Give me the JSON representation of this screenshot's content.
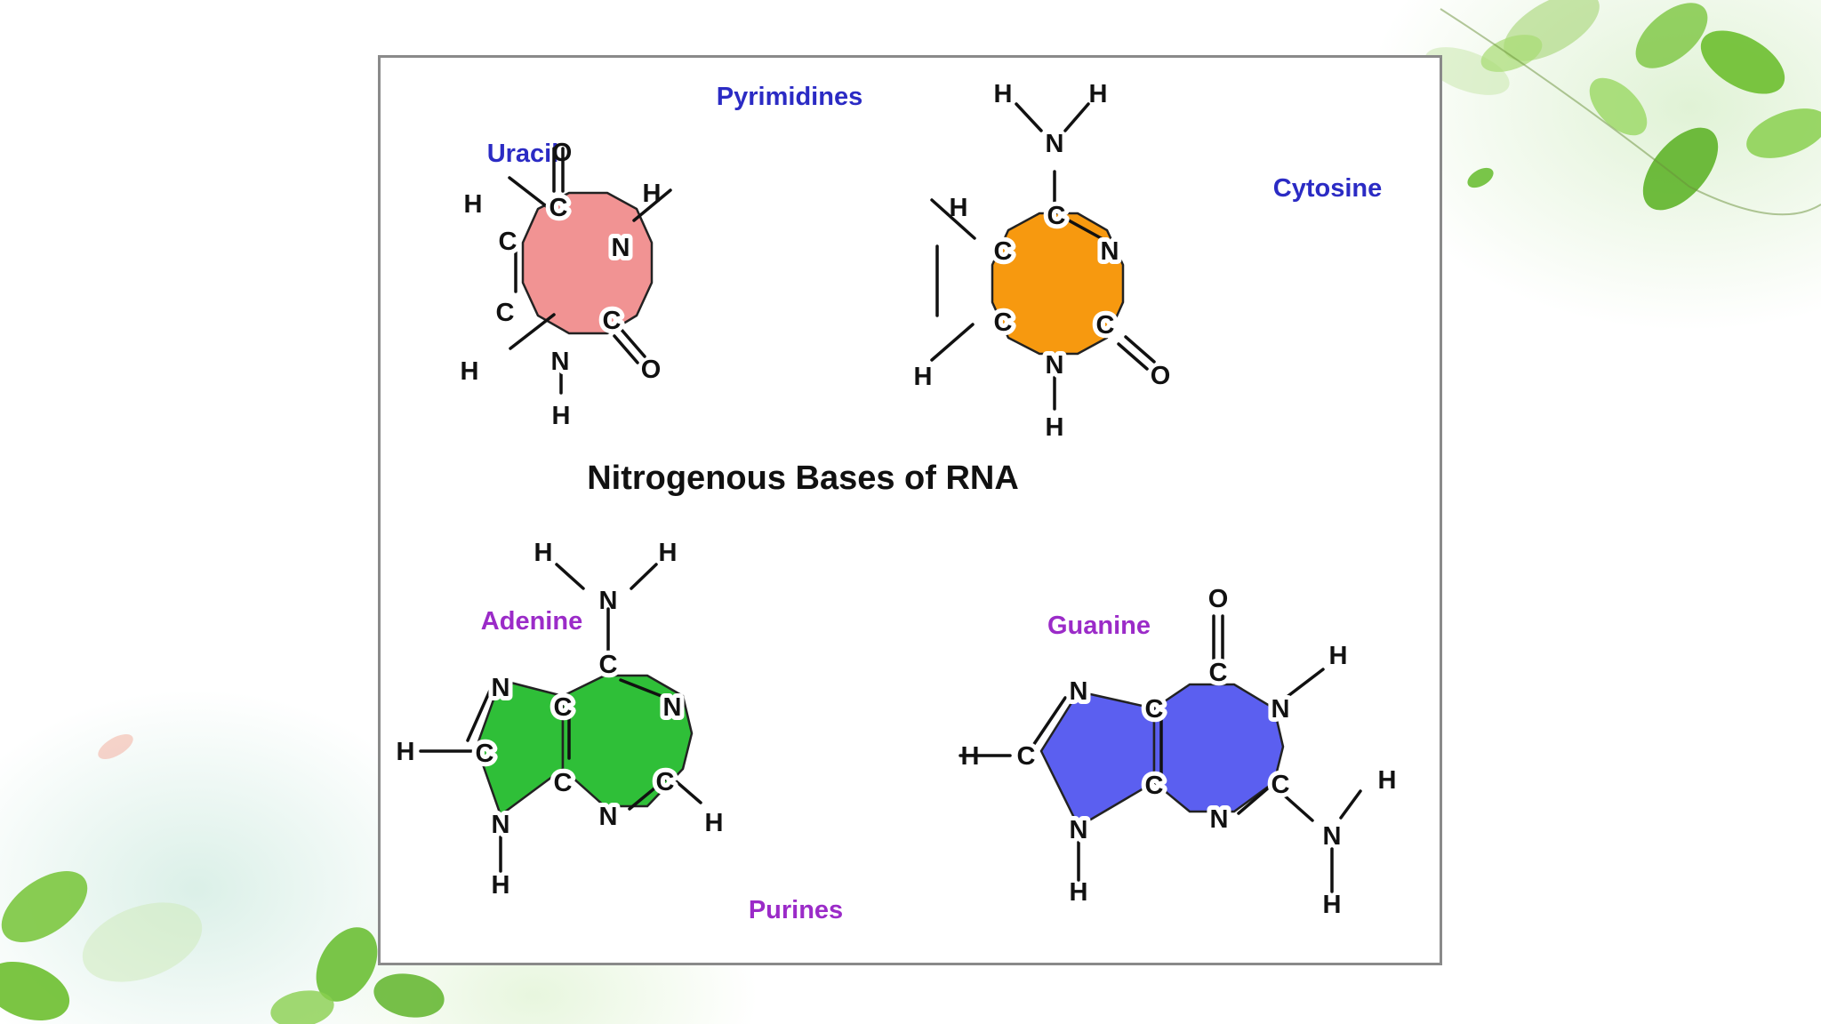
{
  "title": "Nitrogenous Bases of RNA",
  "groups": {
    "pyrimidines": "Pyrimidines",
    "purines": "Purines"
  },
  "bases": {
    "uracil": {
      "name": "Uracil",
      "color": "#f19393"
    },
    "cytosine": {
      "name": "Cytosine",
      "color": "#f7990f"
    },
    "adenine": {
      "name": "Adenine",
      "color": "#2fbf38"
    },
    "guanine": {
      "name": "Guanine",
      "color": "#5b5ff0"
    }
  },
  "colors": {
    "pyrimidine_label": "#2b2bc4",
    "purine_label": "#9b2bc8",
    "title": "#111111"
  },
  "atoms": {
    "C": "C",
    "N": "N",
    "O": "O",
    "H": "H"
  }
}
